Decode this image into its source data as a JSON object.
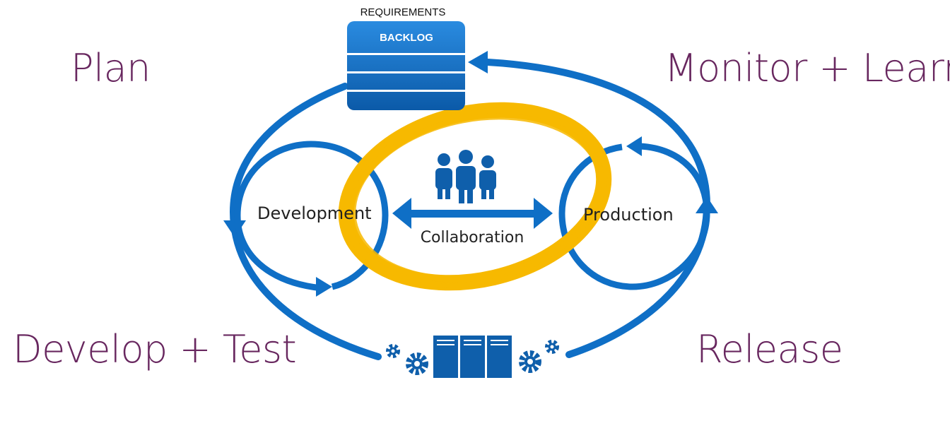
{
  "diagram": {
    "phases": {
      "plan": "Plan",
      "monitor": "Monitor + Learn",
      "develop": "Develop + Test",
      "release": "Release"
    },
    "requirements_label": "REQUIREMENTS",
    "backlog_label": "BACKLOG",
    "development_label": "Development",
    "production_label": "Production",
    "collaboration_label": "Collaboration"
  },
  "colors": {
    "phase_text": "#68275f",
    "loop_blue": "#0f6fc6",
    "icon_blue": "#0f5fab",
    "highlight_yellow": "#f7b900"
  }
}
